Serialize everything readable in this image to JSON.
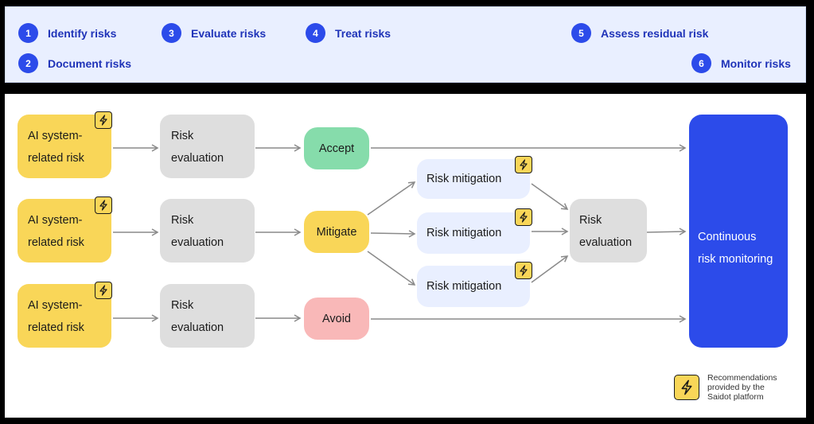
{
  "steps": [
    {
      "num": "1",
      "label": "Identify risks"
    },
    {
      "num": "2",
      "label": "Document risks"
    },
    {
      "num": "3",
      "label": "Evaluate risks"
    },
    {
      "num": "4",
      "label": "Treat risks"
    },
    {
      "num": "5",
      "label": "Assess residual risk"
    },
    {
      "num": "6",
      "label": "Monitor risks"
    }
  ],
  "nodes": {
    "risk1": "AI system-\nrelated risk",
    "risk2": "AI system-\nrelated risk",
    "risk3": "AI system-\nrelated risk",
    "eval1": "Risk\nevaluation",
    "eval2": "Risk\nevaluation",
    "eval3": "Risk\nevaluation",
    "accept": "Accept",
    "mitigate": "Mitigate",
    "avoid": "Avoid",
    "mitigation1": "Risk mitigation",
    "mitigation2": "Risk mitigation",
    "mitigation3": "Risk mitigation",
    "residual_eval": "Risk\nevaluation",
    "monitoring": "Continuous\nrisk monitoring"
  },
  "legend": {
    "text": "Recommendations\nprovided by the\nSaidot platform",
    "icon": "lightning-bolt-icon"
  },
  "colors": {
    "step_badge": "#2c4bea",
    "step_text": "#1f33b8",
    "risk_node": "#f9d658",
    "evaluation_node": "#dedede",
    "accept_node": "#86dcab",
    "avoid_node": "#f9b8b8",
    "mitigation_node": "#e9efff",
    "monitoring_node": "#2c4bea"
  }
}
